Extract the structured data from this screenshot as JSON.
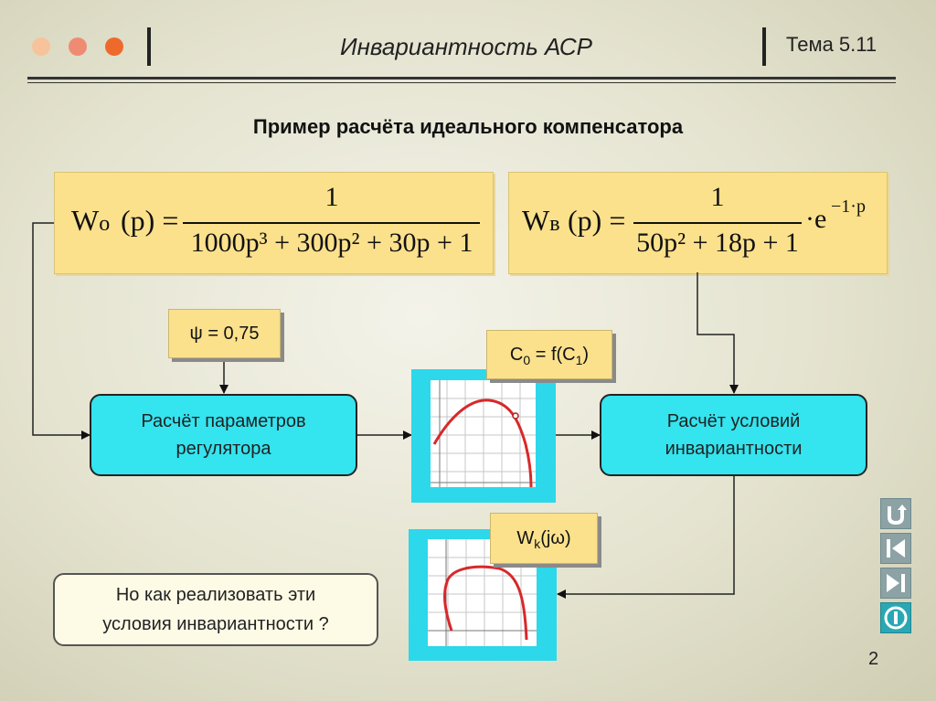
{
  "header": {
    "title": "Инвариантность АСР",
    "theme": "Тема 5.11",
    "dot_colors": [
      "#f7c39b",
      "#f08b73",
      "#ee6a2c"
    ]
  },
  "subtitle": "Пример расчёта идеального компенсатора",
  "formula_object": {
    "lhs": "W",
    "lhs_sub": "о",
    "arg": "(p) =",
    "numerator": "1",
    "denominator": "1000p³ + 300p² + 30p + 1"
  },
  "formula_disturbance": {
    "lhs": "W",
    "lhs_sub": "в",
    "arg": "(p) =",
    "numerator": "1",
    "denominator": "50p² + 18p + 1",
    "multiplier": "·e",
    "exponent": "−1·p"
  },
  "psi_label": "ψ = 0,75",
  "c0_label": "C",
  "c0_sub": "0",
  "c0_mid": " = f(C",
  "c0_sub2": "1",
  "c0_end": ")",
  "wk_label": "W",
  "wk_sub": "k",
  "wk_end": "(jω)",
  "block_regulator": [
    "Расчёт параметров",
    "регулятора"
  ],
  "block_invariance": [
    "Расчёт условий",
    "инвариантности"
  ],
  "question": [
    "Но как реализовать эти",
    "условия инвариантности ?"
  ],
  "page_number": "2",
  "nav_icons": [
    "return-icon",
    "first-slide-icon",
    "last-slide-icon",
    "help-icon"
  ]
}
